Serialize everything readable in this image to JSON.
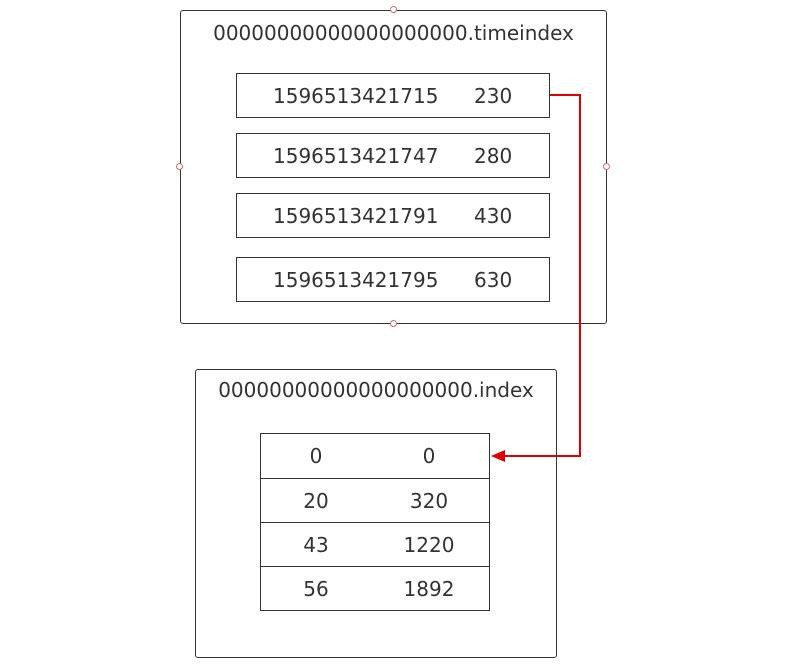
{
  "timeindex_file": {
    "title": "00000000000000000000.timeindex",
    "entries": [
      {
        "timestamp": "1596513421715",
        "offset": "230"
      },
      {
        "timestamp": "1596513421747",
        "offset": "280"
      },
      {
        "timestamp": "1596513421791",
        "offset": "430"
      },
      {
        "timestamp": "1596513421795",
        "offset": "630"
      }
    ]
  },
  "index_file": {
    "title": "00000000000000000000.index",
    "rows": [
      {
        "relative_offset": "0",
        "position": "0"
      },
      {
        "relative_offset": "20",
        "position": "320"
      },
      {
        "relative_offset": "43",
        "position": "1220"
      },
      {
        "relative_offset": "56",
        "position": "1892"
      }
    ]
  },
  "colors": {
    "border": "#333333",
    "text": "#333333",
    "connector": "#e00000",
    "handle": "#c07070"
  }
}
